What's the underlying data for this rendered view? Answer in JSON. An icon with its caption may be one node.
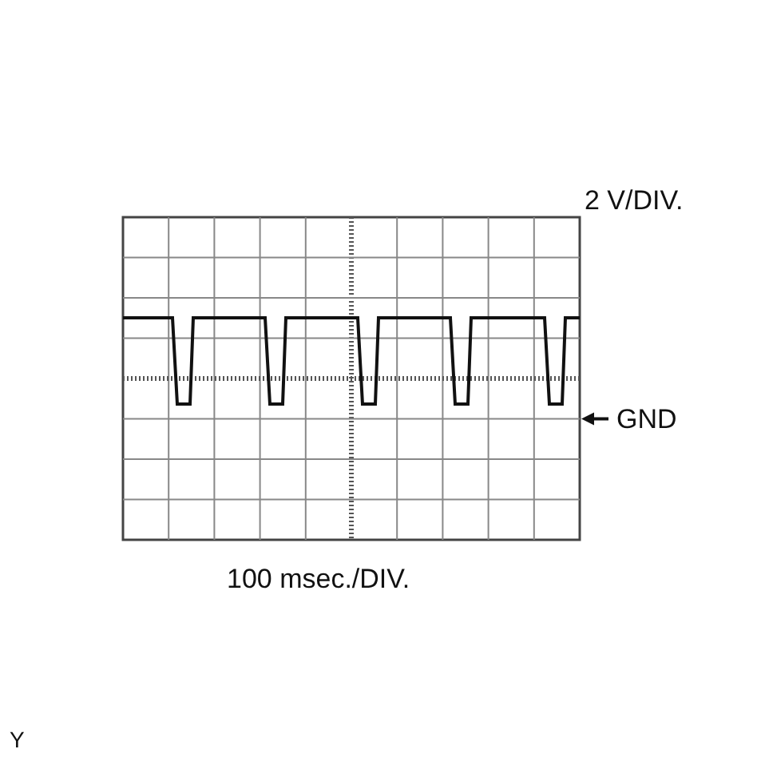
{
  "diagram": {
    "labels": [
      "2 V/DIV.",
      "GND",
      "100 msec./DIV.",
      "Y"
    ]
  }
}
